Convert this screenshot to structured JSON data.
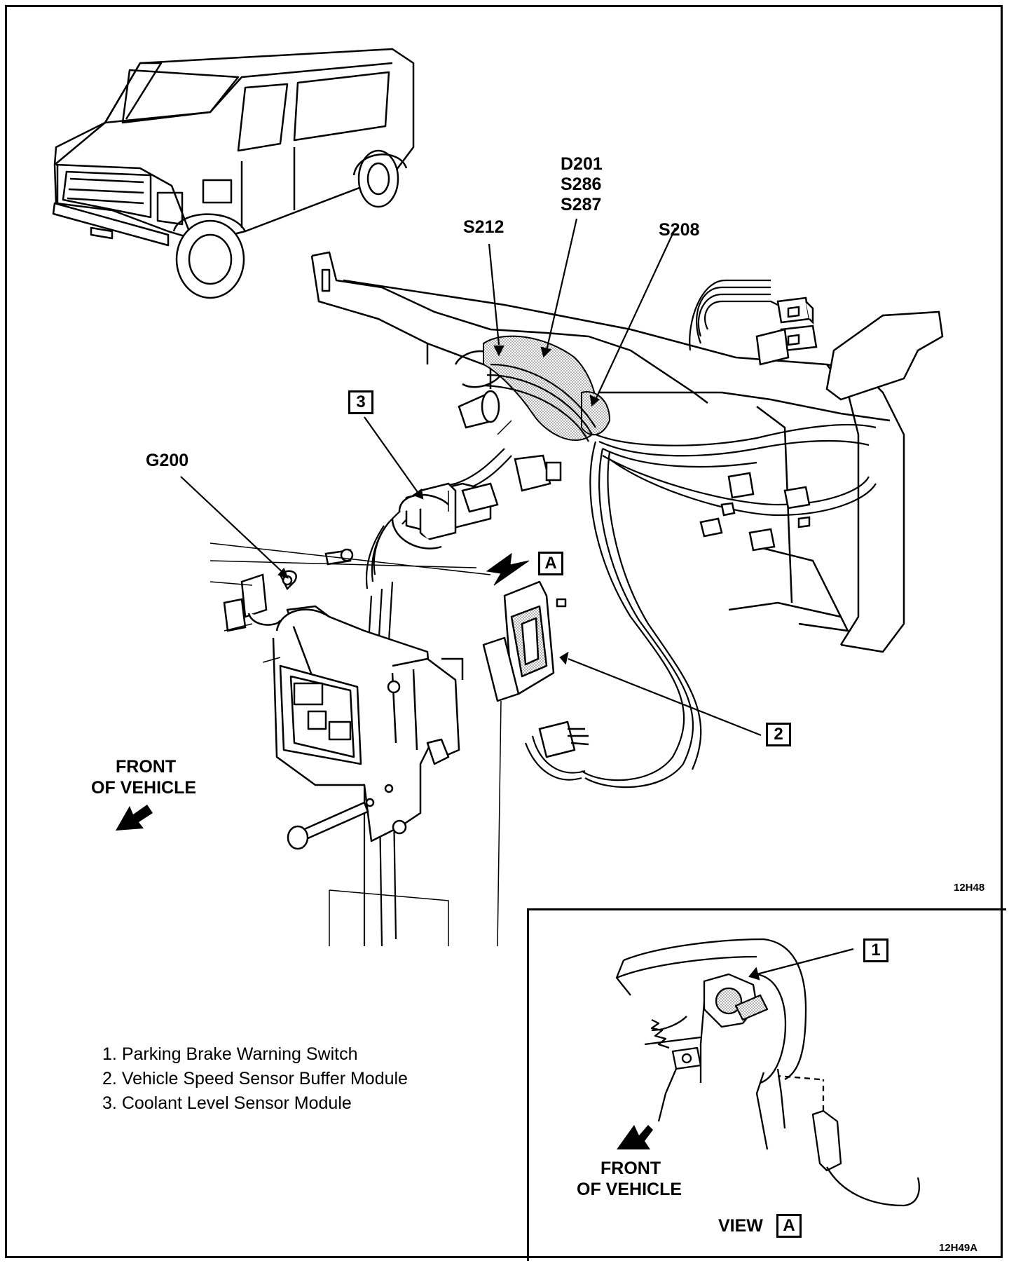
{
  "labels": {
    "d201": "D201",
    "s286": "S286",
    "s287": "S287",
    "s212": "S212",
    "s208": "S208",
    "g200": "G200",
    "front_line1": "FRONT",
    "front_line2": "OF VEHICLE",
    "view_front_line1": "FRONT",
    "view_front_line2": "OF VEHICLE",
    "view": "VIEW"
  },
  "callouts": {
    "c1": "1",
    "c2": "2",
    "c3": "3",
    "a_main": "A",
    "a_view": "A"
  },
  "figure_codes": {
    "main": "12H48",
    "inset": "12H49A"
  },
  "legend": [
    {
      "number": "1.",
      "text": "Parking Brake Warning Switch"
    },
    {
      "number": "2.",
      "text": "Vehicle Speed Sensor Buffer Module"
    },
    {
      "number": "3.",
      "text": "Coolant Level Sensor Module"
    }
  ]
}
